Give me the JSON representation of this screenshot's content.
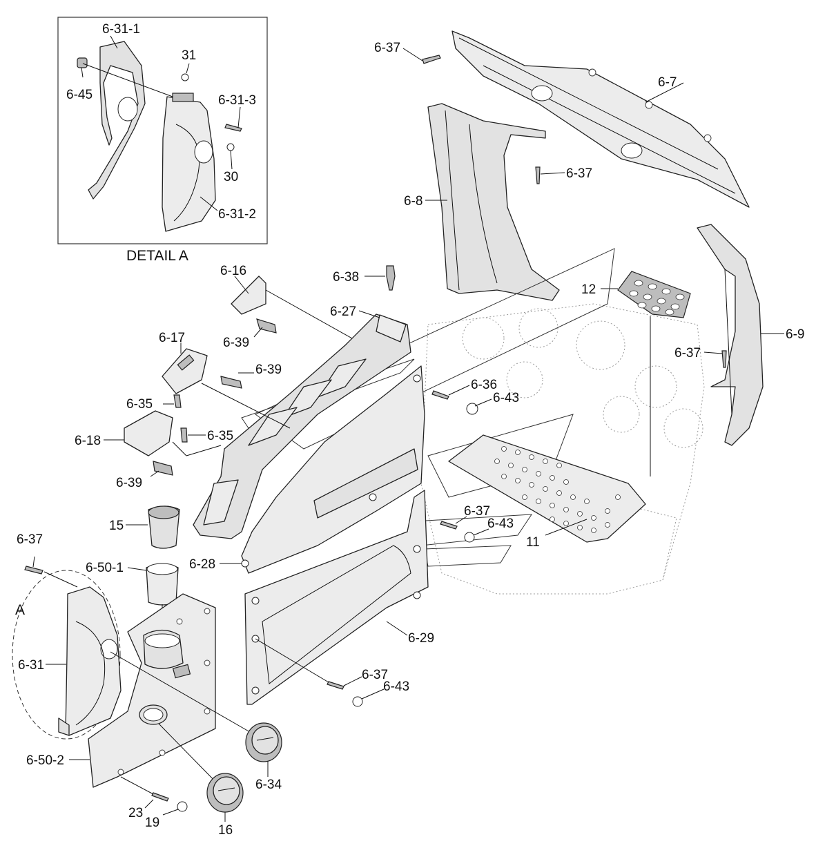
{
  "detail": {
    "title": "DETAIL A",
    "marker": "A"
  },
  "callouts": {
    "p6_31_1": "6-31-1",
    "p31": "31",
    "p6_45": "6-45",
    "p6_31_3": "6-31-3",
    "p30": "30",
    "p6_31_2": "6-31-2",
    "p6_37_top": "6-37",
    "p6_7": "6-7",
    "p6_37_b": "6-37",
    "p6_8": "6-8",
    "p6_16": "6-16",
    "p6_38": "6-38",
    "p12": "12",
    "p6_27": "6-27",
    "p6_39_a": "6-39",
    "p6_17": "6-17",
    "p6_39_b": "6-39",
    "p6_9": "6-9",
    "p6_37_c": "6-37",
    "p6_36": "6-36",
    "p6_43_a": "6-43",
    "p6_35_a": "6-35",
    "p6_18": "6-18",
    "p6_35_b": "6-35",
    "p6_39_c": "6-39",
    "p15": "15",
    "p6_37_d": "6-37",
    "p6_43_b": "6-43",
    "p11": "11",
    "p6_37_e": "6-37",
    "p6_50_1": "6-50-1",
    "p6_28": "6-28",
    "p6_29": "6-29",
    "p6_31": "6-31",
    "p6_37_f": "6-37",
    "p6_43_c": "6-43",
    "p6_50_2": "6-50-2",
    "p6_34": "6-34",
    "p23": "23",
    "p19": "19",
    "p16": "16"
  }
}
